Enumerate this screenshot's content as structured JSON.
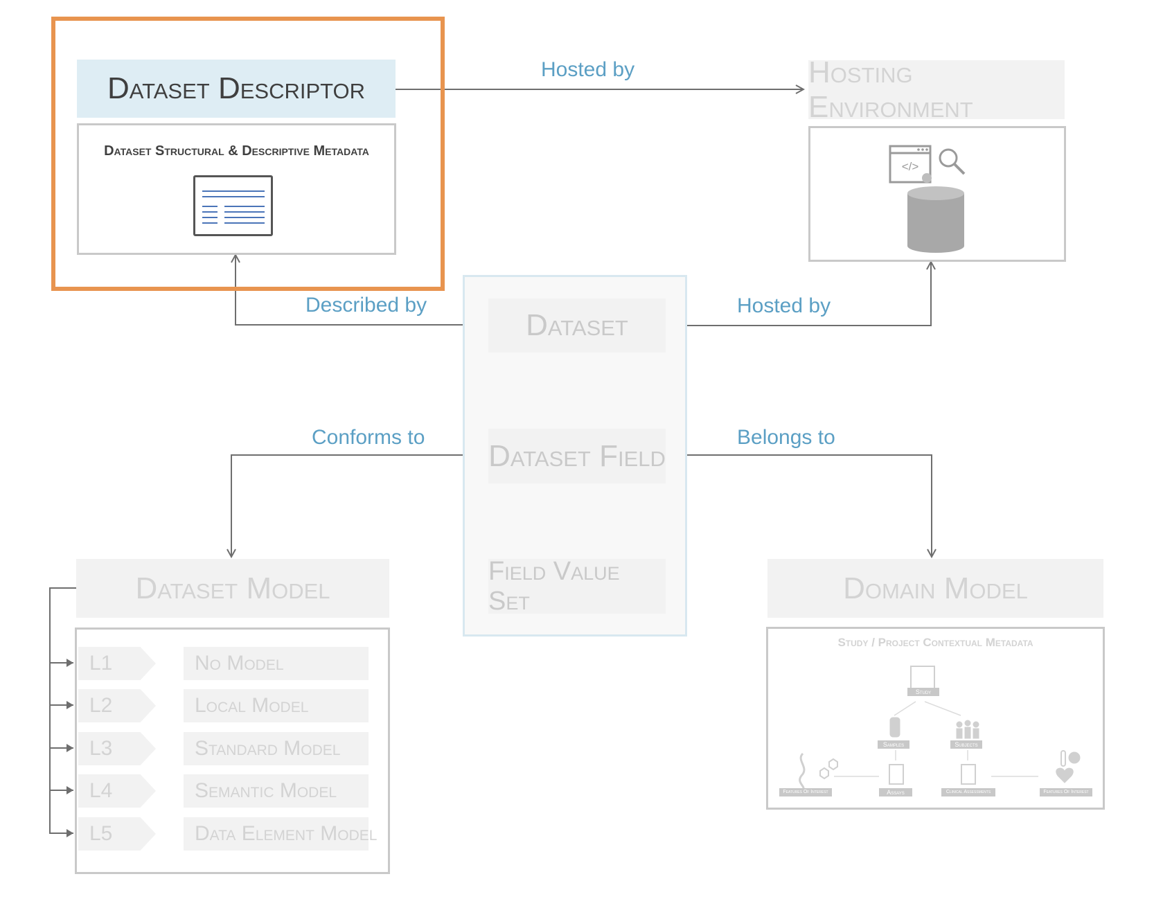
{
  "nodes": {
    "dataset_descriptor": {
      "title": "Dataset Descriptor",
      "subtitle": "Dataset Structural & Descriptive Metadata"
    },
    "hosting_environment": {
      "title": "Hosting Environment"
    },
    "dataset": {
      "title": "Dataset"
    },
    "dataset_field": {
      "title": "Dataset Field"
    },
    "field_value_set": {
      "title": "Field Value Set"
    },
    "dataset_model": {
      "title": "Dataset Model",
      "levels": [
        {
          "tag": "L1",
          "name": "No Model"
        },
        {
          "tag": "L2",
          "name": "Local Model"
        },
        {
          "tag": "L3",
          "name": "Standard Model"
        },
        {
          "tag": "L4",
          "name": "Semantic Model"
        },
        {
          "tag": "L5",
          "name": "Data Element Model"
        }
      ]
    },
    "domain_model": {
      "title": "Domain Model",
      "subtitle": "Study / Project Contextual Metadata",
      "badges": {
        "study": "Study",
        "samples": "Samples",
        "subjects": "Subjects",
        "features_left": "Features Of Interest",
        "assays": "Assays",
        "clinical": "Clinical Assessments",
        "features_right": "Features Of Interest"
      }
    }
  },
  "relations": {
    "descriptor_hosted_by": "Hosted by",
    "dataset_described_by": "Described by",
    "dataset_hosted_by": "Hosted by",
    "conforms_to": "Conforms to",
    "belongs_to": "Belongs to"
  },
  "colors": {
    "highlight": "#e8944f",
    "descriptor_header": "#deedf4",
    "relation_label": "#5b9fc4",
    "faded_text": "#d3d3d3",
    "box_fill": "#f2f2f2",
    "connector": "#6e6e6e",
    "composition_line": "#4a74b8"
  }
}
